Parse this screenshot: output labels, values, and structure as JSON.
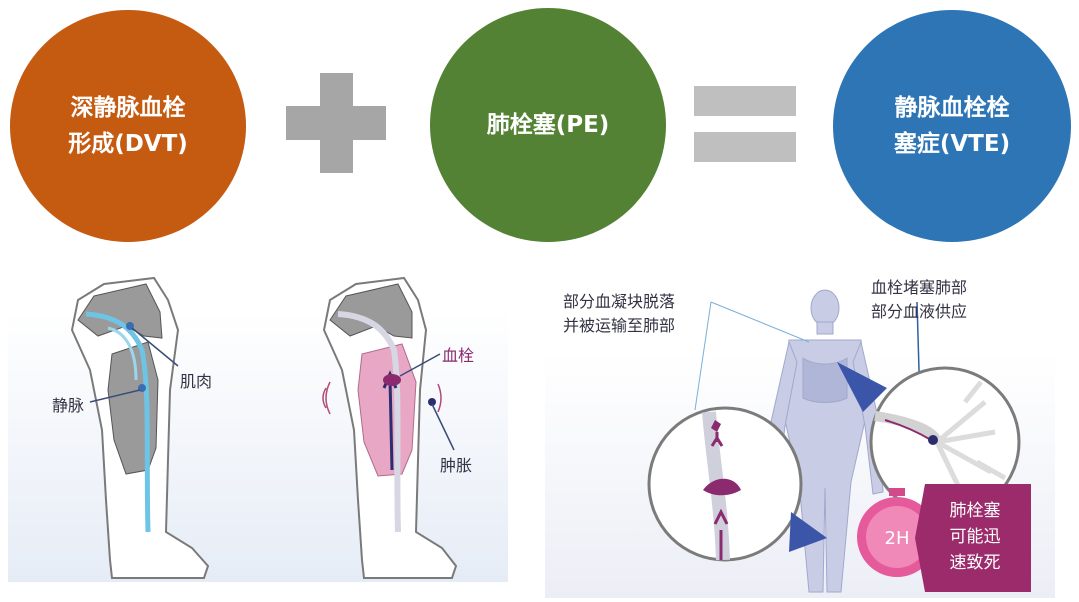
{
  "equation": {
    "dvt": [
      "深静脉血栓",
      "形成(DVT)"
    ],
    "pe": [
      "肺栓塞(PE)"
    ],
    "vte": [
      "静脉血栓栓",
      "塞症(VTE)"
    ]
  },
  "legs": {
    "muscle": "肌肉",
    "vein": "静脉",
    "clot": "血栓",
    "swelling": "肿胀"
  },
  "body": {
    "detach_line1": "部分血凝块脱落",
    "detach_line2": "并被运输至肺部",
    "block_line1": "血栓堵塞肺部",
    "block_line2": "部分血液供应",
    "timer": "2H",
    "warning": [
      "肺栓塞",
      "可能迅",
      "速致死"
    ]
  },
  "colors": {
    "dvt": "#c55a11",
    "pe": "#548235",
    "vte": "#2e75b6",
    "operator": "#a6a6a6",
    "clot": "#8b2a6e",
    "warning_bg": "#9b2b6b"
  }
}
